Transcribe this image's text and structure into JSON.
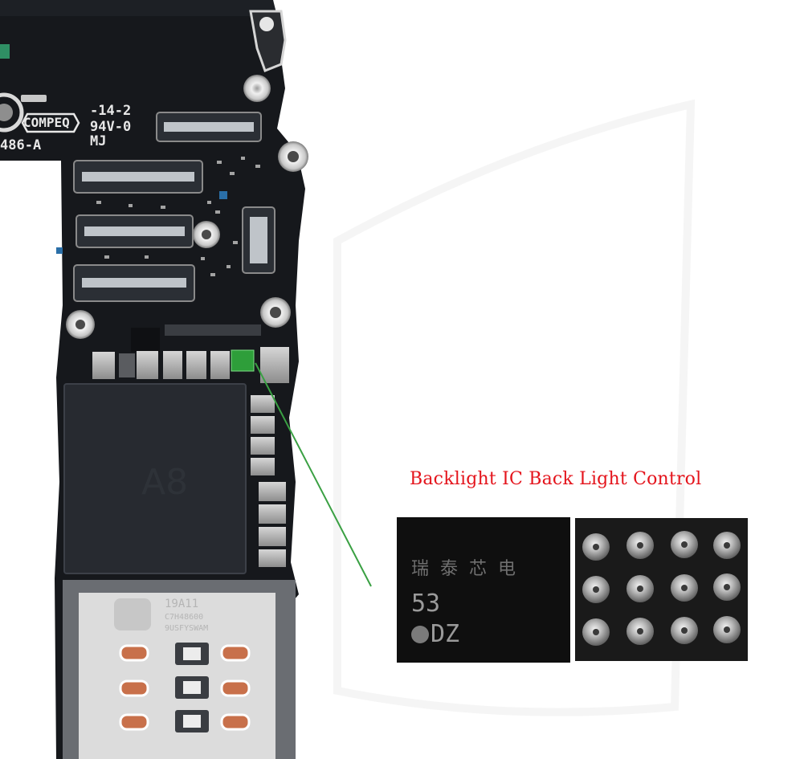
{
  "caption": "Backlight IC Back Light Control",
  "board_markings": {
    "brand": "COMPEQ",
    "line1": "-14-2",
    "line2": "94V-0",
    "line3": "MJ",
    "part": "486-A"
  },
  "soc_label": "A8",
  "chip_marking": {
    "chinese": "瑞泰芯电",
    "line1": "53",
    "line2": "DZ"
  },
  "tray_label": {
    "line1": "19A11",
    "line2": "C7H48600",
    "line3": "9USFYSWAM"
  },
  "colors": {
    "caption": "#e4141c",
    "board": "#16181c",
    "highlight": "#2e9e3a",
    "pointer_line": "#3aa043"
  },
  "icons": [
    "pointer-line",
    "bga-ball"
  ]
}
